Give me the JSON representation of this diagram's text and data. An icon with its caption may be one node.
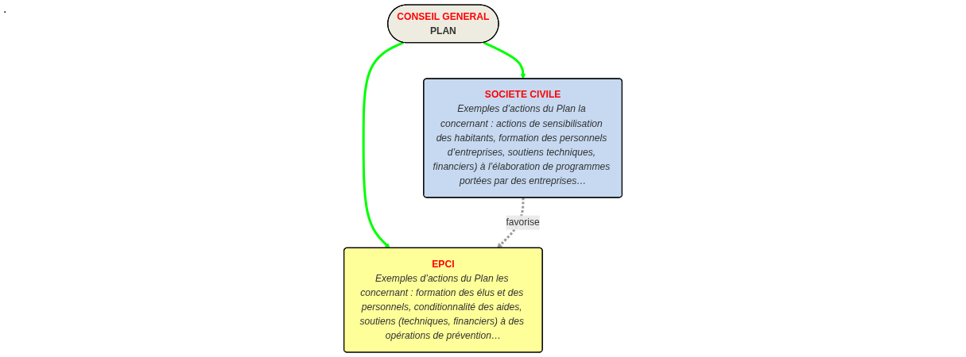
{
  "diagram": {
    "nodes": [
      {
        "text": [
          "CONSEIL GENERAL",
          "PLAN"
        ]
      },
      {
        "text": [
          "EPCI",
          "Exemples d’actions du Plan les concernant : formation des élus et des personnels, conditionnalité des aides, soutiens (techniques, financiers) à des opérations de prévention…"
        ]
      },
      {
        "text": [
          "SOCIETE CIVILE",
          "Exemples d’actions du Plan la concernant : actions de sensibilisation des habitants, formation des personnels d’entreprises, soutiens techniques, financiers) à l’élaboration de programmes portées par des entreprises…"
        ]
      }
    ],
    "edges": [
      {
        "from": 0,
        "to": 1,
        "arrow": "to",
        "color": "#00ff00"
      },
      {
        "from": 0,
        "to": 2,
        "arrow": "to",
        "color": "#00ff00"
      },
      {
        "from": 2,
        "to": 1,
        "arrow": "to",
        "label": "favorise",
        "style": "dashed",
        "color": "#999999"
      }
    ],
    "labels": [
      "."
    ]
  }
}
